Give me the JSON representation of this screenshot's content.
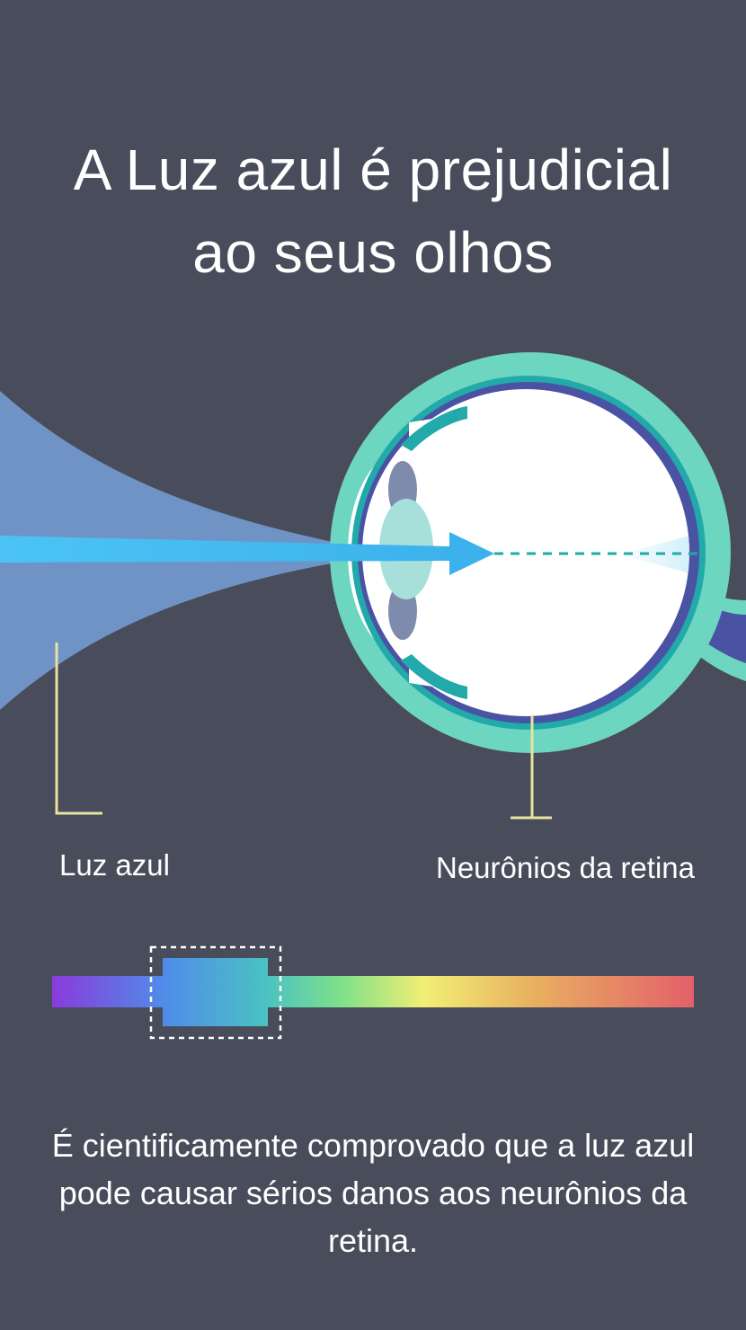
{
  "headline": {
    "line1": "A Luz azul é prejudicial",
    "line2": "ao seus olhos"
  },
  "labels": {
    "blue_light": "Luz azul",
    "retina_neurons": "Neurônios da retina"
  },
  "description": "É cientificamente comprovado que a luz azul pode causar sérios danos aos neurônios da retina.",
  "colors": {
    "background": "#494c5a",
    "eye_outer": "#6dd6c1",
    "eye_inner_ring": "#22a9a9",
    "retina": "#4a52a4",
    "lens": "#a7e0da",
    "iris": "#7e8bad",
    "light_cone": "#6f93c4",
    "light_beam": "#4cc3f5",
    "callout_line": "#e8e3a0",
    "spectrum": [
      "#8a3bdc",
      "#4f8ee8",
      "#4ac1c4",
      "#7ee08a",
      "#f2ef74",
      "#e8b060",
      "#e3606a"
    ]
  },
  "icons": {
    "illustration": "eye-anatomy-icon",
    "spectrum": "light-spectrum-icon"
  }
}
